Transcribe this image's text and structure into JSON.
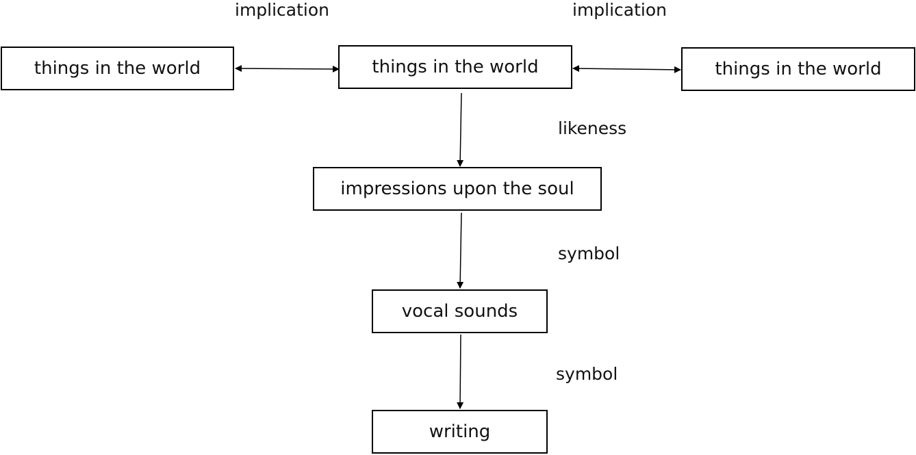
{
  "nodes": {
    "world_left": "things in the world",
    "world_center": "things in the world",
    "world_right": "things in the world",
    "impressions": "impressions upon the soul",
    "vocal": "vocal sounds",
    "writing": "writing"
  },
  "edge_labels": {
    "implication_left": "implication",
    "implication_right": "implication",
    "likeness": "likeness",
    "symbol_upper": "symbol",
    "symbol_lower": "symbol"
  }
}
